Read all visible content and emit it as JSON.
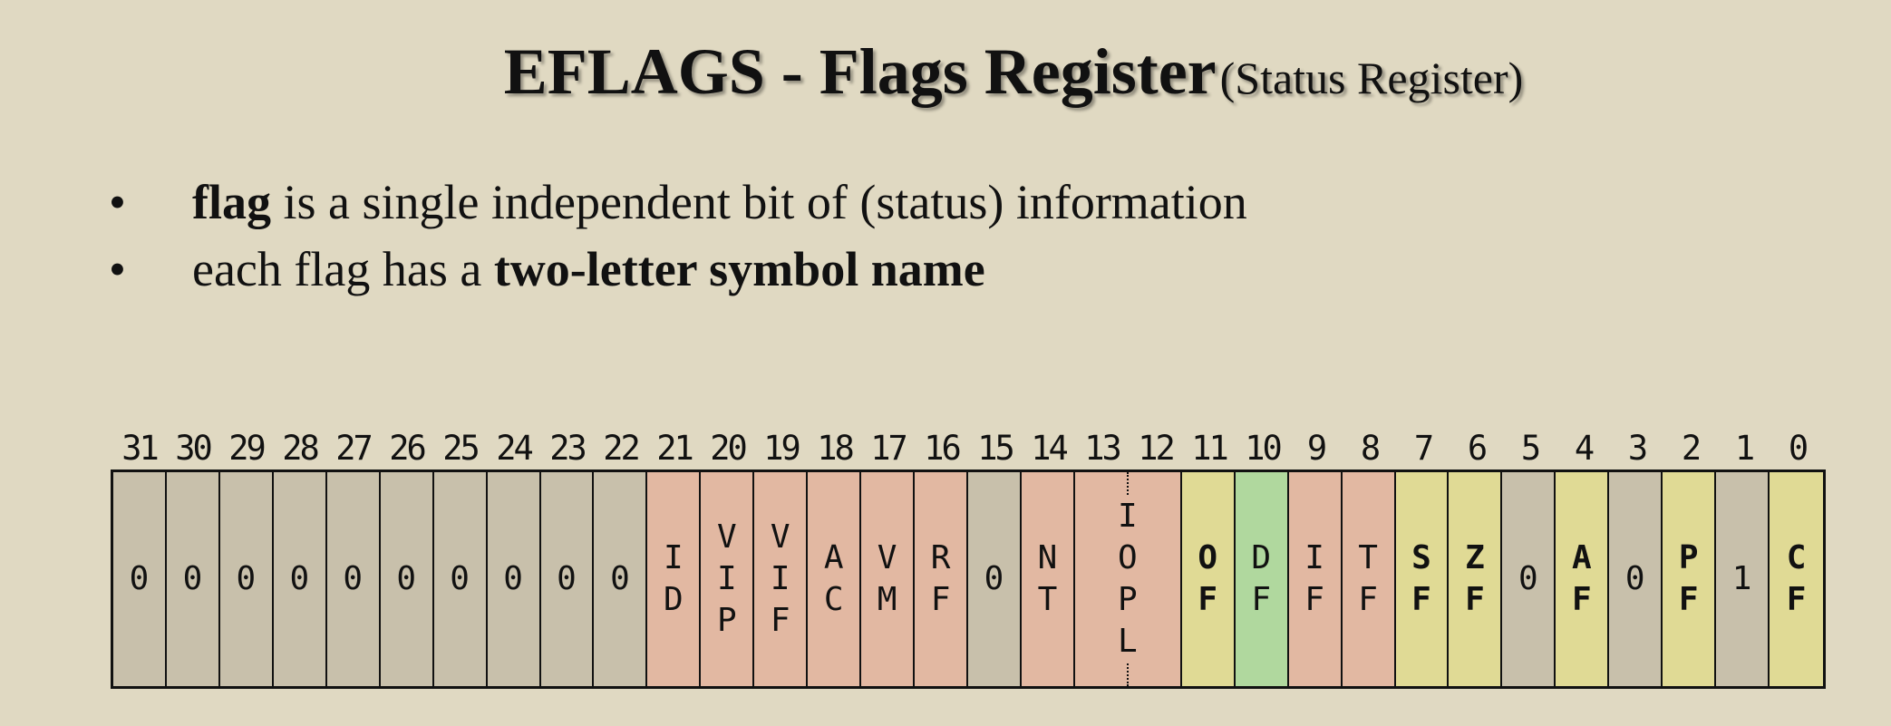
{
  "title": {
    "main": "EFLAGS - Flags Register",
    "sub": "(Status Register)"
  },
  "bullets": [
    {
      "marker": "•",
      "bold": "flag",
      "rest": " is a single independent bit of (status) information"
    },
    {
      "marker": "•",
      "plain": "each flag has a ",
      "bold": "two-letter symbol name"
    }
  ],
  "colors": {
    "background": "#e0d9c2",
    "reserved": "#c8c0ab",
    "system": "#e2b8a2",
    "status": "#e0da95",
    "control": "#b0d89e"
  },
  "bit_numbers": [
    "31",
    "30",
    "29",
    "28",
    "27",
    "26",
    "25",
    "24",
    "23",
    "22",
    "21",
    "20",
    "19",
    "18",
    "17",
    "16",
    "15",
    "14",
    "13",
    "12",
    "11",
    "10",
    "9",
    "8",
    "7",
    "6",
    "5",
    "4",
    "3",
    "2",
    "1",
    "0"
  ],
  "cells": [
    {
      "bits": "31",
      "letters": [
        "0"
      ],
      "kind": "reserved"
    },
    {
      "bits": "30",
      "letters": [
        "0"
      ],
      "kind": "reserved"
    },
    {
      "bits": "29",
      "letters": [
        "0"
      ],
      "kind": "reserved"
    },
    {
      "bits": "28",
      "letters": [
        "0"
      ],
      "kind": "reserved"
    },
    {
      "bits": "27",
      "letters": [
        "0"
      ],
      "kind": "reserved"
    },
    {
      "bits": "26",
      "letters": [
        "0"
      ],
      "kind": "reserved"
    },
    {
      "bits": "25",
      "letters": [
        "0"
      ],
      "kind": "reserved"
    },
    {
      "bits": "24",
      "letters": [
        "0"
      ],
      "kind": "reserved"
    },
    {
      "bits": "23",
      "letters": [
        "0"
      ],
      "kind": "reserved"
    },
    {
      "bits": "22",
      "letters": [
        "0"
      ],
      "kind": "reserved"
    },
    {
      "bits": "21",
      "letters": [
        "I",
        "D"
      ],
      "kind": "system"
    },
    {
      "bits": "20",
      "letters": [
        "V",
        "I",
        "P"
      ],
      "kind": "system"
    },
    {
      "bits": "19",
      "letters": [
        "V",
        "I",
        "F"
      ],
      "kind": "system"
    },
    {
      "bits": "18",
      "letters": [
        "A",
        "C"
      ],
      "kind": "system"
    },
    {
      "bits": "17",
      "letters": [
        "V",
        "M"
      ],
      "kind": "system"
    },
    {
      "bits": "16",
      "letters": [
        "R",
        "F"
      ],
      "kind": "system"
    },
    {
      "bits": "15",
      "letters": [
        "0"
      ],
      "kind": "reserved"
    },
    {
      "bits": "14",
      "letters": [
        "N",
        "T"
      ],
      "kind": "system"
    },
    {
      "bits": "13-12",
      "letters": [
        "I",
        "O",
        "P",
        "L"
      ],
      "kind": "system",
      "wide": true
    },
    {
      "bits": "11",
      "letters": [
        "O",
        "F"
      ],
      "kind": "status"
    },
    {
      "bits": "10",
      "letters": [
        "D",
        "F"
      ],
      "kind": "control"
    },
    {
      "bits": "9",
      "letters": [
        "I",
        "F"
      ],
      "kind": "system"
    },
    {
      "bits": "8",
      "letters": [
        "T",
        "F"
      ],
      "kind": "system"
    },
    {
      "bits": "7",
      "letters": [
        "S",
        "F"
      ],
      "kind": "status"
    },
    {
      "bits": "6",
      "letters": [
        "Z",
        "F"
      ],
      "kind": "status"
    },
    {
      "bits": "5",
      "letters": [
        "0"
      ],
      "kind": "reserved"
    },
    {
      "bits": "4",
      "letters": [
        "A",
        "F"
      ],
      "kind": "status"
    },
    {
      "bits": "3",
      "letters": [
        "0"
      ],
      "kind": "reserved"
    },
    {
      "bits": "2",
      "letters": [
        "P",
        "F"
      ],
      "kind": "status"
    },
    {
      "bits": "1",
      "letters": [
        "1"
      ],
      "kind": "reserved"
    },
    {
      "bits": "0",
      "letters": [
        "C",
        "F"
      ],
      "kind": "status"
    }
  ]
}
